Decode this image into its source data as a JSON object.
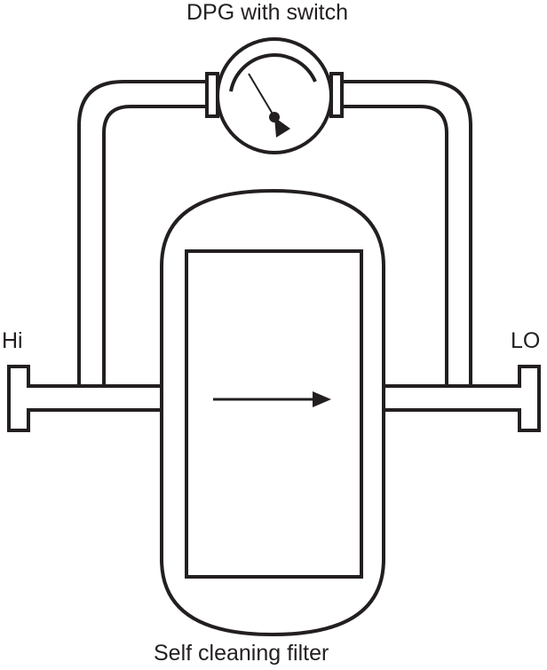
{
  "labels": {
    "gauge": "DPG with switch",
    "inlet": "Hi",
    "outlet": "LO",
    "filter": "Self cleaning filter"
  },
  "colors": {
    "stroke": "#231f20",
    "background": "#ffffff"
  }
}
